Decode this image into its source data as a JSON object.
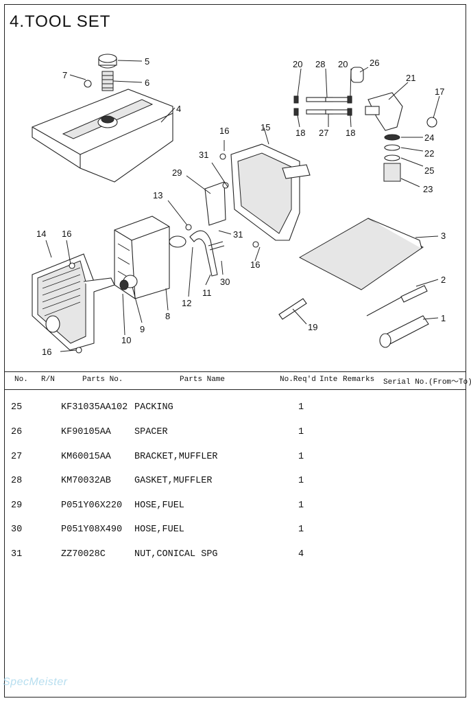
{
  "page": {
    "title": "4.TOOL SET"
  },
  "diagram": {
    "callouts": [
      "1",
      "2",
      "3",
      "4",
      "5",
      "6",
      "7",
      "8",
      "9",
      "10",
      "11",
      "12",
      "13",
      "14",
      "15",
      "16",
      "16",
      "16",
      "16",
      "17",
      "18",
      "18",
      "19",
      "20",
      "20",
      "21",
      "22",
      "23",
      "24",
      "25",
      "26",
      "27",
      "28",
      "29",
      "30",
      "31",
      "31"
    ]
  },
  "table": {
    "headers": {
      "no": "No.",
      "rn": "R/N",
      "parts_no": "Parts No.",
      "parts_name": "Parts Name",
      "no_reqd": "No.Req'd",
      "inte": "Inte",
      "remarks": "Remarks",
      "serial": "Serial No.(From～To)"
    },
    "rows": [
      {
        "no": "25",
        "parts_no": "KF31035AA102",
        "name": "PACKING",
        "qty": "1"
      },
      {
        "no": "26",
        "parts_no": "KF90105AA",
        "name": "SPACER",
        "qty": "1"
      },
      {
        "no": "27",
        "parts_no": "KM60015AA",
        "name": "BRACKET,MUFFLER",
        "qty": "1"
      },
      {
        "no": "28",
        "parts_no": "KM70032AB",
        "name": "GASKET,MUFFLER",
        "qty": "1"
      },
      {
        "no": "29",
        "parts_no": "P051Y06X220",
        "name": "HOSE,FUEL",
        "qty": "1"
      },
      {
        "no": "30",
        "parts_no": "P051Y08X490",
        "name": "HOSE,FUEL",
        "qty": "1"
      },
      {
        "no": "31",
        "parts_no": "ZZ70028C",
        "name": "NUT,CONICAL SPG",
        "qty": "4"
      }
    ]
  },
  "watermark": "SpecMeister"
}
